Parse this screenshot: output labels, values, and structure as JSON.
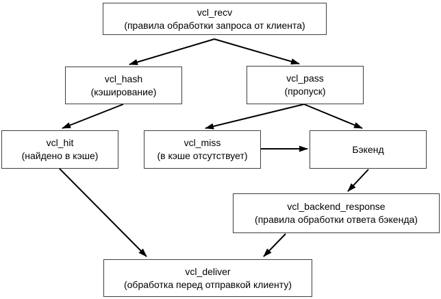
{
  "diagram": {
    "kind": "flowchart",
    "subject": "Varnish VCL request flow",
    "nodes": {
      "vcl_recv": {
        "label": "vcl_recv",
        "sublabel": "(правила обработки запроса от клиента)"
      },
      "vcl_hash": {
        "label": "vcl_hash",
        "sublabel": "(кэширование)"
      },
      "vcl_pass": {
        "label": "vcl_pass",
        "sublabel": "(пропуск)"
      },
      "vcl_hit": {
        "label": "vcl_hit",
        "sublabel": "(найдено в кэше)"
      },
      "vcl_miss": {
        "label": "vcl_miss",
        "sublabel": "(в кэше отсутствует)"
      },
      "backend": {
        "label": "Бэкенд",
        "sublabel": ""
      },
      "vcl_backend_response": {
        "label": "vcl_backend_response",
        "sublabel": "(правила обработки ответа бэкенда)"
      },
      "vcl_deliver": {
        "label": "vcl_deliver",
        "sublabel": "(обработка перед отправкой клиенту)"
      }
    },
    "edges": [
      {
        "from": "vcl_recv",
        "to": "vcl_hash"
      },
      {
        "from": "vcl_recv",
        "to": "vcl_pass"
      },
      {
        "from": "vcl_hash",
        "to": "vcl_hit"
      },
      {
        "from": "vcl_pass",
        "to": "vcl_miss"
      },
      {
        "from": "vcl_pass",
        "to": "backend"
      },
      {
        "from": "vcl_miss",
        "to": "backend"
      },
      {
        "from": "backend",
        "to": "vcl_backend_response"
      },
      {
        "from": "vcl_hit",
        "to": "vcl_deliver"
      },
      {
        "from": "vcl_backend_response",
        "to": "vcl_deliver"
      }
    ],
    "colors": {
      "background": "#ffffff",
      "box_fill": "#ffffff",
      "box_border": "#3d3d3d",
      "arrow": "#000000",
      "text": "#000000"
    }
  }
}
